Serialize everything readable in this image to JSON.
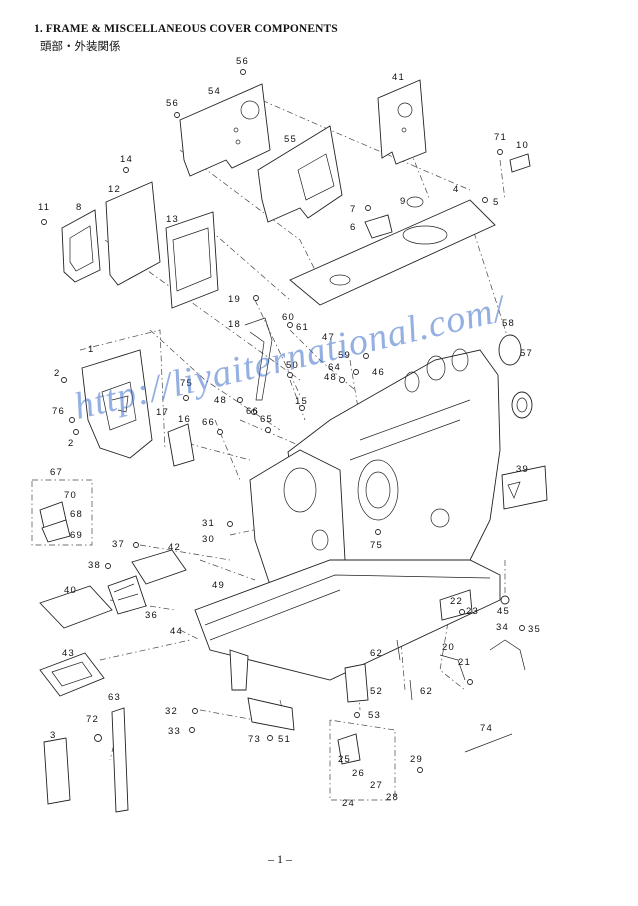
{
  "header": {
    "title": "1. FRAME & MISCELLANEOUS COVER COMPONENTS",
    "subtitle": "頭部・外装関係"
  },
  "watermark": "http://liyaiternational.com/",
  "page_number": "– 1 –",
  "callouts": [
    "1",
    "2",
    "2",
    "3",
    "4",
    "5",
    "6",
    "7",
    "8",
    "9",
    "10",
    "11",
    "12",
    "13",
    "14",
    "15",
    "16",
    "17",
    "18",
    "19",
    "20",
    "21",
    "22",
    "23",
    "24",
    "25",
    "26",
    "27",
    "28",
    "29",
    "30",
    "31",
    "32",
    "33",
    "34",
    "35",
    "36",
    "37",
    "38",
    "39",
    "40",
    "41",
    "42",
    "43",
    "44",
    "45",
    "46",
    "47",
    "48",
    "48",
    "49",
    "50",
    "51",
    "52",
    "53",
    "54",
    "55",
    "56",
    "56",
    "57",
    "58",
    "59",
    "60",
    "61",
    "62",
    "62",
    "63",
    "64",
    "65",
    "66",
    "66",
    "67",
    "68",
    "69",
    "70",
    "71",
    "72",
    "73",
    "74",
    "75",
    "75",
    "76"
  ],
  "colors": {
    "line": "#222222",
    "watermark": "#3c6ec8",
    "background": "#ffffff"
  }
}
